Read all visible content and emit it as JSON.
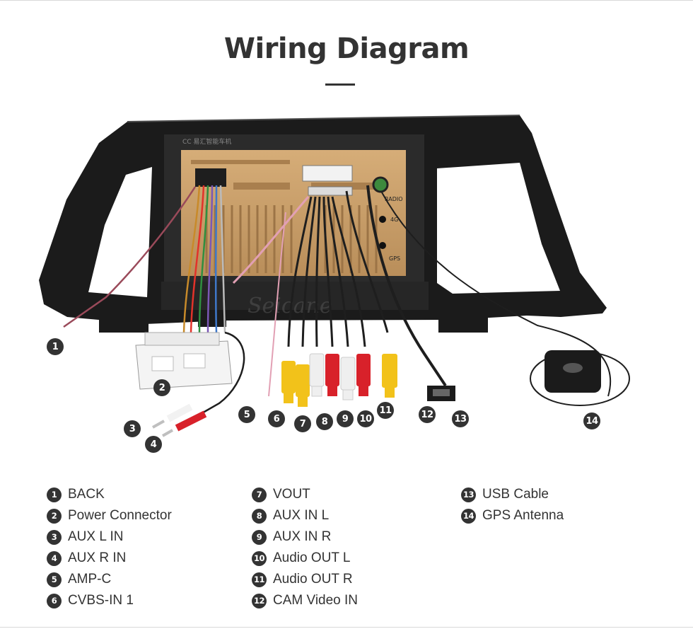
{
  "title": "Wiring Diagram",
  "watermark": "Seicane",
  "panel": {
    "header_text": "CC 易汇智能车机",
    "port_labels": [
      "RADIO",
      "4G",
      "GPS"
    ]
  },
  "callouts": [
    "1",
    "2",
    "3",
    "4",
    "5",
    "6",
    "7",
    "8",
    "9",
    "10",
    "11",
    "12",
    "13",
    "14"
  ],
  "legend": {
    "col1": [
      {
        "num": "1",
        "label": "BACK"
      },
      {
        "num": "2",
        "label": "Power Connector"
      },
      {
        "num": "3",
        "label": "AUX L IN"
      },
      {
        "num": "4",
        "label": "AUX R IN"
      },
      {
        "num": "5",
        "label": "AMP-C"
      },
      {
        "num": "6",
        "label": "CVBS-IN 1"
      }
    ],
    "col2": [
      {
        "num": "7",
        "label": "VOUT"
      },
      {
        "num": "8",
        "label": "AUX IN L"
      },
      {
        "num": "9",
        "label": "AUX IN R"
      },
      {
        "num": "10",
        "label": "Audio OUT L"
      },
      {
        "num": "11",
        "label": "Audio OUT R"
      },
      {
        "num": "12",
        "label": "CAM Video IN"
      }
    ],
    "col3": [
      {
        "num": "13",
        "label": "USB Cable"
      },
      {
        "num": "14",
        "label": "GPS Antenna"
      }
    ]
  },
  "colors": {
    "bezel": "#1b1b1b",
    "board": "#c9a06a",
    "rca_yellow": "#f2c21a",
    "rca_red": "#d8212a",
    "rca_white": "#efefef",
    "text": "#333333"
  }
}
